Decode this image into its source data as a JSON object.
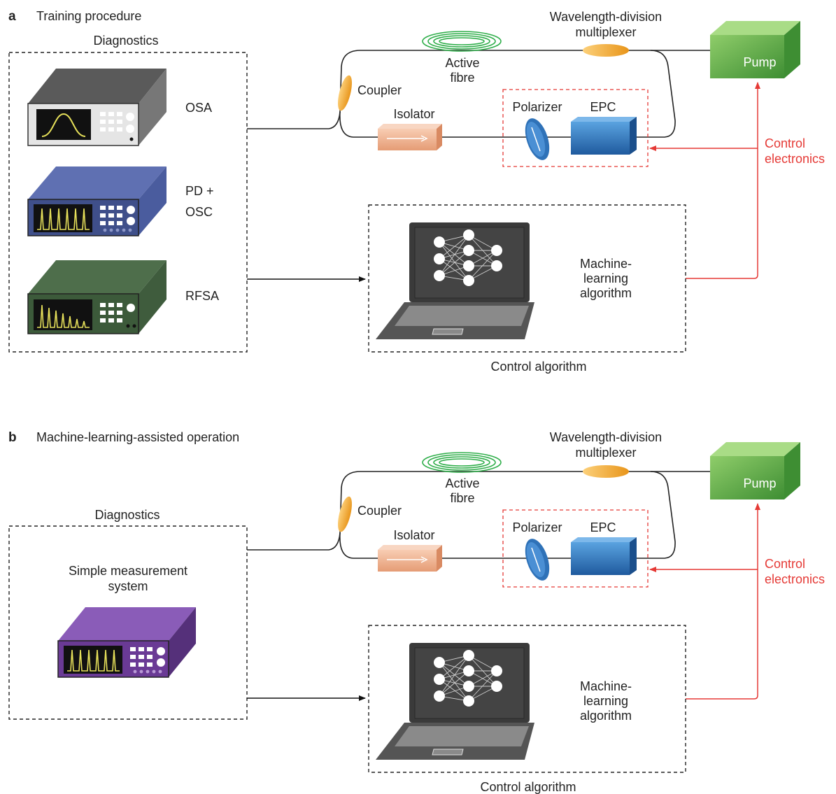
{
  "panel_a": {
    "letter": "a",
    "title": "Training procedure",
    "diagnostics_title": "Diagnostics",
    "osa": "OSA",
    "pd_osc_line1": "PD +",
    "pd_osc_line2": "OSC",
    "rfsa": "RFSA",
    "coupler": "Coupler",
    "active_fibre_line1": "Active",
    "active_fibre_line2": "fibre",
    "wdm_line1": "Wavelength-division",
    "wdm_line2": "multiplexer",
    "pump": "Pump",
    "isolator": "Isolator",
    "polarizer": "Polarizer",
    "epc": "EPC",
    "control_electronics_line1": "Control",
    "control_electronics_line2": "electronics",
    "ml_line1": "Machine-",
    "ml_line2": "learning",
    "ml_line3": "algorithm",
    "control_algorithm": "Control algorithm"
  },
  "panel_b": {
    "letter": "b",
    "title": "Machine-learning-assisted operation",
    "diagnostics_title": "Diagnostics",
    "simple_line1": "Simple measurement",
    "simple_line2": "system",
    "coupler": "Coupler",
    "active_fibre_line1": "Active",
    "active_fibre_line2": "fibre",
    "wdm_line1": "Wavelength-division",
    "wdm_line2": "multiplexer",
    "pump": "Pump",
    "isolator": "Isolator",
    "polarizer": "Polarizer",
    "epc": "EPC",
    "control_electronics_line1": "Control",
    "control_electronics_line2": "electronics",
    "ml_line1": "Machine-",
    "ml_line2": "learning",
    "ml_line3": "algorithm",
    "control_algorithm": "Control algorithm"
  },
  "colors": {
    "pump_green": "#5aa548",
    "epc_blue": "#2f72b8",
    "isolator_peach": "#f2b897",
    "coupler_orange": "#f5a623",
    "active_fibre_green": "#2fae4a",
    "control_red": "#e53935",
    "osa_body": "#3a3a3a",
    "pdosc_body": "#3f4f8a",
    "rfsa_body": "#3c5a3a",
    "simple_body": "#6a3a95",
    "trace_yellow": "#e6e05a"
  }
}
